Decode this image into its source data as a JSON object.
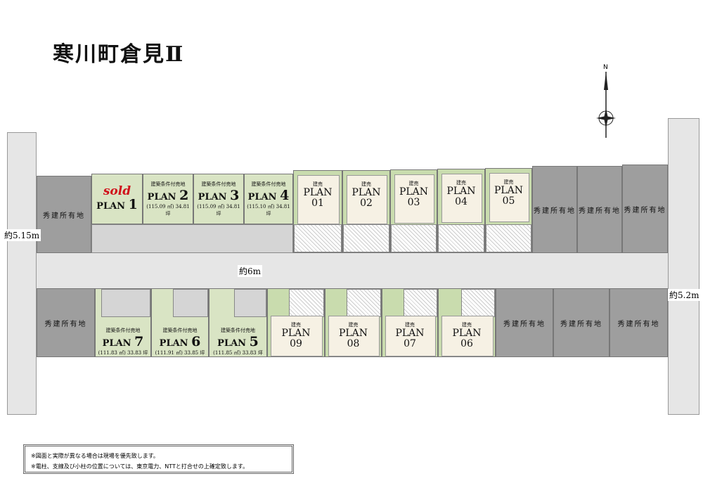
{
  "title": "寒川町倉見Ⅱ",
  "compass": {
    "north": "N"
  },
  "dimensions": {
    "left_road": "約5.15m",
    "main_road": "約6m",
    "right_road": "約5.2m"
  },
  "owned_label": "秀建所有地",
  "top_land": [
    {
      "sold": "sold",
      "plan": "PLAN",
      "num": "1"
    },
    {
      "type": "建築条件付売地",
      "plan": "PLAN",
      "num": "2",
      "area": "(115.09 ㎡) 34.81 坪"
    },
    {
      "type": "建築条件付売地",
      "plan": "PLAN",
      "num": "3",
      "area": "(115.09 ㎡) 34.81 坪"
    },
    {
      "type": "建築条件付売地",
      "plan": "PLAN",
      "num": "4",
      "area": "(115.10 ㎡) 34.81 坪"
    }
  ],
  "top_built": [
    {
      "type": "建売",
      "plan": "PLAN",
      "num": "01"
    },
    {
      "type": "建売",
      "plan": "PLAN",
      "num": "02"
    },
    {
      "type": "建売",
      "plan": "PLAN",
      "num": "03"
    },
    {
      "type": "建売",
      "plan": "PLAN",
      "num": "04"
    },
    {
      "type": "建売",
      "plan": "PLAN",
      "num": "05"
    }
  ],
  "bottom_land": [
    {
      "type": "建築条件付売地",
      "plan": "PLAN",
      "num": "7",
      "area": "(111.83 ㎡) 33.83 坪"
    },
    {
      "type": "建築条件付売地",
      "plan": "PLAN",
      "num": "6",
      "area": "(111.91 ㎡) 33.85 坪"
    },
    {
      "type": "建築条件付売地",
      "plan": "PLAN",
      "num": "5",
      "area": "(111.85 ㎡) 33.83 坪"
    }
  ],
  "bottom_built": [
    {
      "type": "建売",
      "plan": "PLAN",
      "num": "09"
    },
    {
      "type": "建売",
      "plan": "PLAN",
      "num": "08"
    },
    {
      "type": "建売",
      "plan": "PLAN",
      "num": "07"
    },
    {
      "type": "建売",
      "plan": "PLAN",
      "num": "06"
    }
  ],
  "notes": [
    "※図面と実際が異なる場合は現場を優先致します。",
    "※電柱、支線及び小柱の位置については、東京電力、NTTと打合せの上確定致します。"
  ]
}
